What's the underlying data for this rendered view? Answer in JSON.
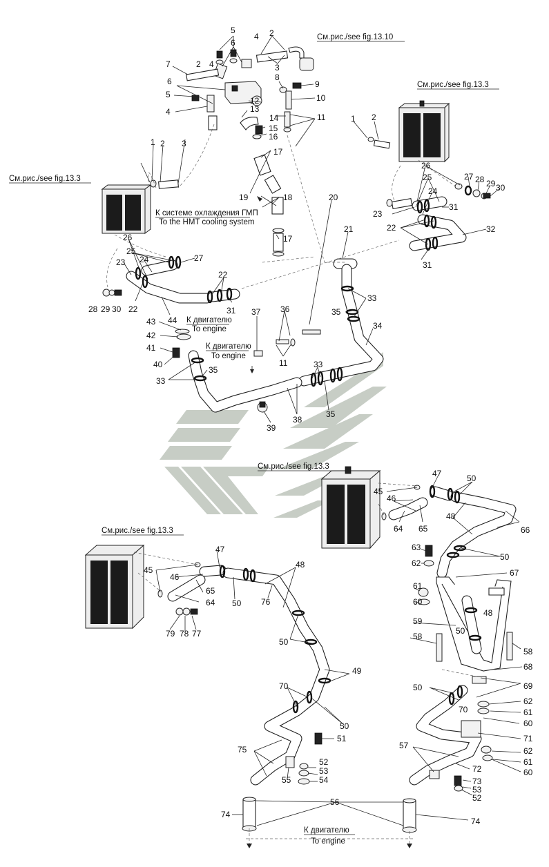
{
  "references": {
    "fig_13_10": "См.рис./see fig.13.10",
    "fig_13_3_top_right": "См.рис./see fig.13.3",
    "fig_13_3_top_left": "См.рис./see fig.13.3",
    "fig_13_3_mid": "См.рис./see fig.13.3",
    "fig_13_3_bottom_left": "См.рис./see fig.13.3"
  },
  "notes": {
    "hmt_ru": "К системе охлаждения ГМП",
    "hmt_en": "To the HMT cooling system",
    "engine1_ru": "К двигателю",
    "engine1_en": "To engine",
    "engine2_ru": "К двигателю",
    "engine2_en": "To engine",
    "engine3_ru": "К двигателю",
    "engine3_en": "To engine"
  },
  "callouts": {
    "n1": "1",
    "n2": "2",
    "n3": "3",
    "n4": "4",
    "n5": "5",
    "n6": "6",
    "n7": "7",
    "n8": "8",
    "n9": "9",
    "n10": "10",
    "n11": "11",
    "n12": "12",
    "n13": "13",
    "n14": "14",
    "n15": "15",
    "n16": "16",
    "n17": "17",
    "n18": "18",
    "n19": "19",
    "n20": "20",
    "n21": "21",
    "n22": "22",
    "n23": "23",
    "n24": "24",
    "n25": "25",
    "n26": "26",
    "n27": "27",
    "n28": "28",
    "n29": "29",
    "n30": "30",
    "n31": "31",
    "n32": "32",
    "n33": "33",
    "n34": "34",
    "n35": "35",
    "n36": "36",
    "n37": "37",
    "n38": "38",
    "n39": "39",
    "n40": "40",
    "n41": "41",
    "n42": "42",
    "n43": "43",
    "n44": "44",
    "n45": "45",
    "n46": "46",
    "n47": "47",
    "n48": "48",
    "n49": "49",
    "n50": "50",
    "n51": "51",
    "n52": "52",
    "n53": "53",
    "n54": "54",
    "n55": "55",
    "n56": "56",
    "n57": "57",
    "n58": "58",
    "n59": "59",
    "n60": "60",
    "n61": "61",
    "n62": "62",
    "n63": "63",
    "n64": "64",
    "n65": "65",
    "n66": "66",
    "n67": "67",
    "n68": "68",
    "n69": "69",
    "n70": "70",
    "n71": "71",
    "n72": "72",
    "n73": "73",
    "n74": "74",
    "n75": "75",
    "n76": "76",
    "n77": "77",
    "n78": "78",
    "n79": "79"
  },
  "colors": {
    "line": "#222222",
    "watermark": "#c7cdc5",
    "radiator_core": "#1b1b1b"
  }
}
